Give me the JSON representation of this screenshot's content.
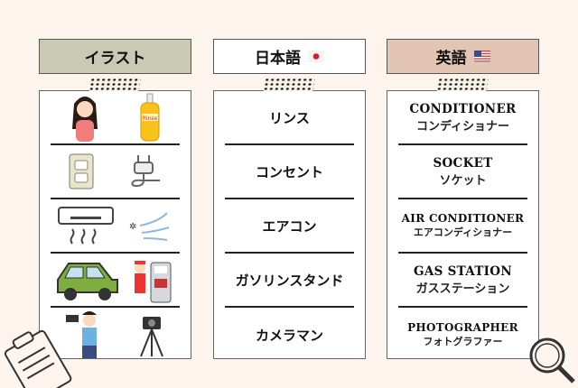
{
  "headers": {
    "illustration": "イラスト",
    "japanese": "日本語",
    "english": "英語"
  },
  "rows": [
    {
      "japanese": "リンス",
      "english": "CONDITIONER",
      "english_katakana": "コンディショナー",
      "illustration": "woman-and-rinse-bottle",
      "bottle_label": "Rinse"
    },
    {
      "japanese": "コンセント",
      "english": "SOCKET",
      "english_katakana": "ソケット",
      "illustration": "wall-socket-and-plug"
    },
    {
      "japanese": "エアコン",
      "english": "AIR CONDITIONER",
      "english_katakana": "エアコンディショナー",
      "illustration": "air-conditioner-and-wind"
    },
    {
      "japanese": "ガソリンスタンド",
      "english": "GAS STATION",
      "english_katakana": "ガスステーション",
      "illustration": "car-and-fuel-pump"
    },
    {
      "japanese": "カメラマン",
      "english": "PHOTOGRAPHER",
      "english_katakana": "フォトグラファー",
      "illustration": "photographer-and-camera"
    }
  ],
  "colors": {
    "background": "#fdf4ee",
    "illustration_header": "#c8cab4",
    "english_header": "#e3c5b4"
  }
}
